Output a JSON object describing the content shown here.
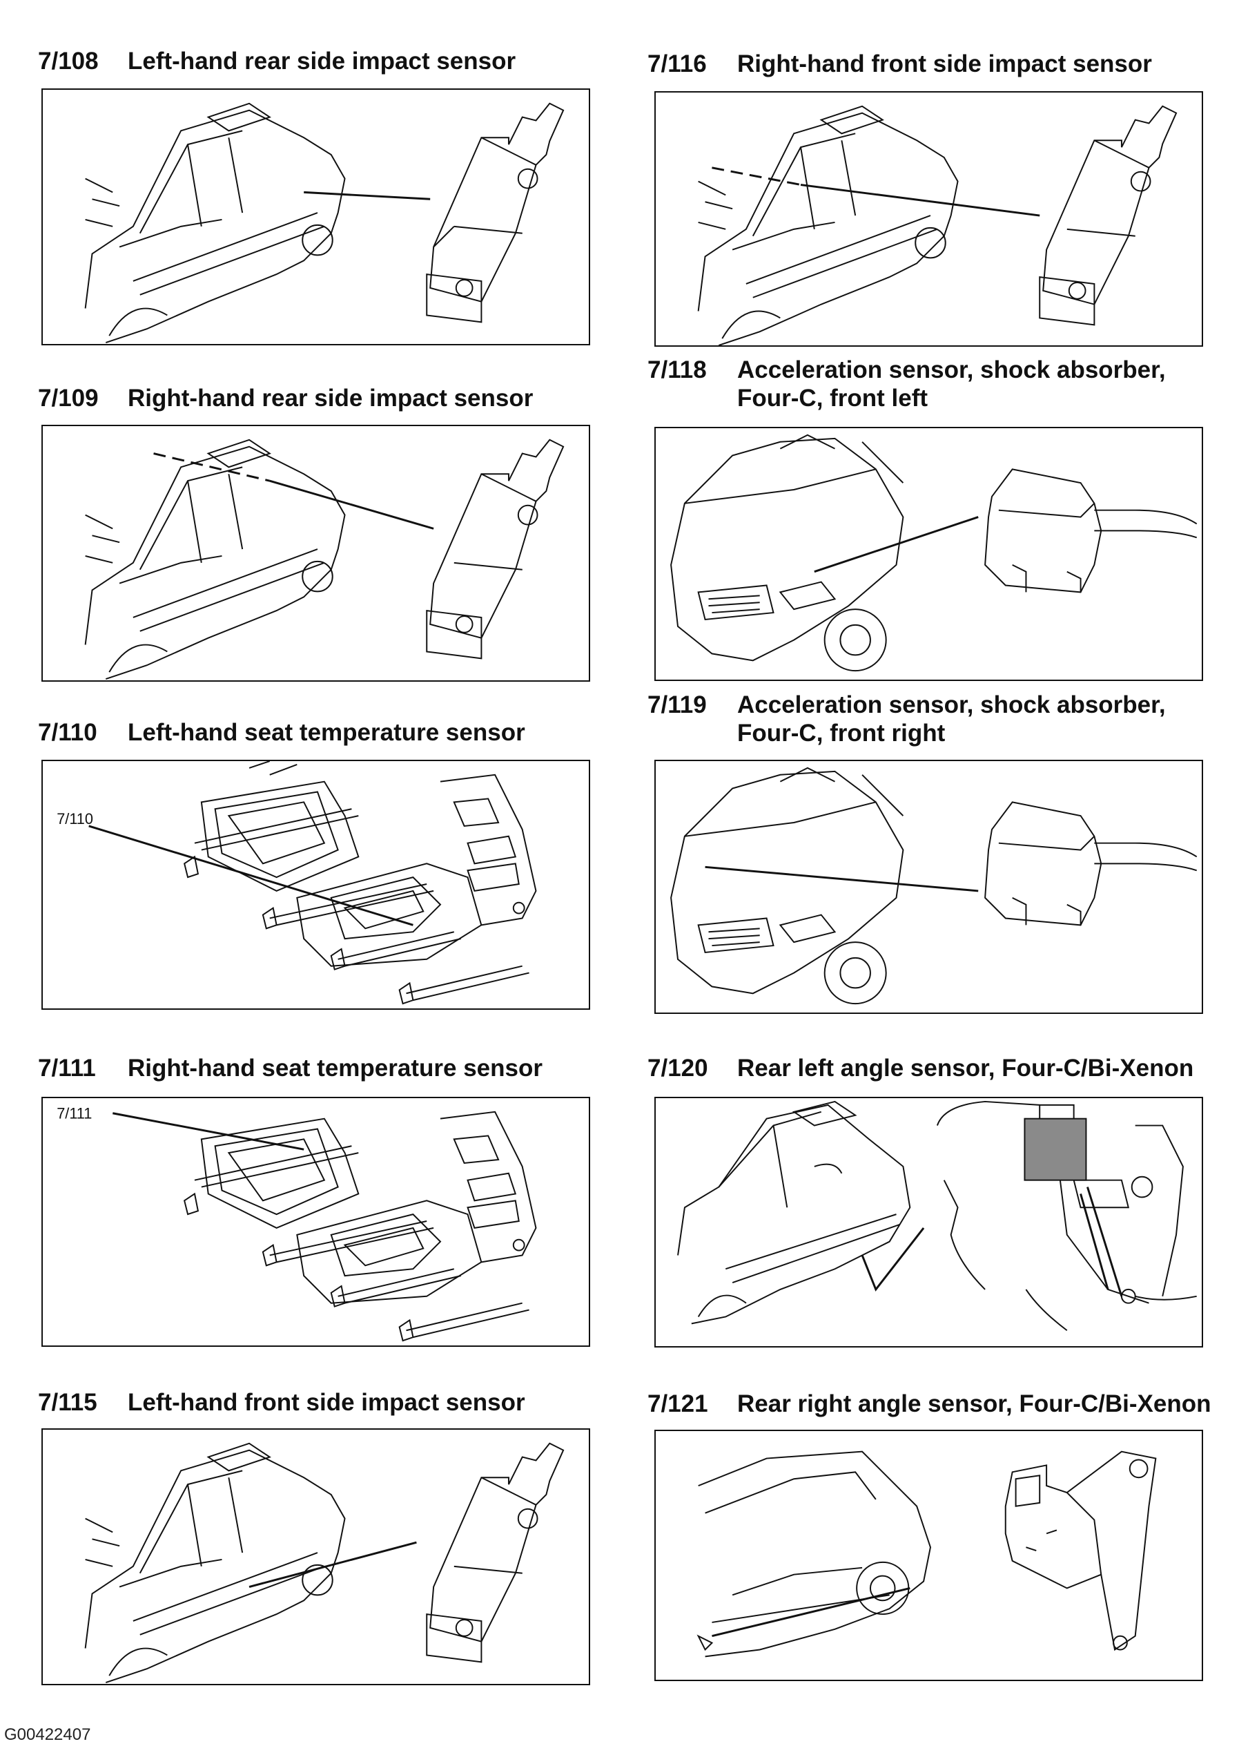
{
  "sensors": [
    {
      "code": "7/108",
      "name": "Left-hand rear side impact sensor"
    },
    {
      "code": "7/109",
      "name": "Right-hand rear side impact sensor"
    },
    {
      "code": "7/110",
      "name": "Left-hand seat temperature sensor",
      "callout": "7/110"
    },
    {
      "code": "7/111",
      "name": "Right-hand seat temperature sensor",
      "callout": "7/111"
    },
    {
      "code": "7/115",
      "name": "Left-hand front side impact sensor"
    },
    {
      "code": "7/116",
      "name": "Right-hand front side impact sensor"
    },
    {
      "code": "7/118",
      "name": "Acceleration sensor, shock absorber,",
      "name2": "Four-C, front left"
    },
    {
      "code": "7/119",
      "name": "Acceleration sensor, shock absorber,",
      "name2": "Four-C, front right"
    },
    {
      "code": "7/120",
      "name": "Rear left angle sensor, Four-C/Bi-Xenon"
    },
    {
      "code": "7/121",
      "name": "Rear right angle sensor, Four-C/Bi-Xenon"
    }
  ],
  "footer": {
    "figure_id": "G00422407"
  },
  "colors": {
    "ink": "#111111",
    "highlight": "#8a8a8a",
    "background": "#ffffff"
  }
}
